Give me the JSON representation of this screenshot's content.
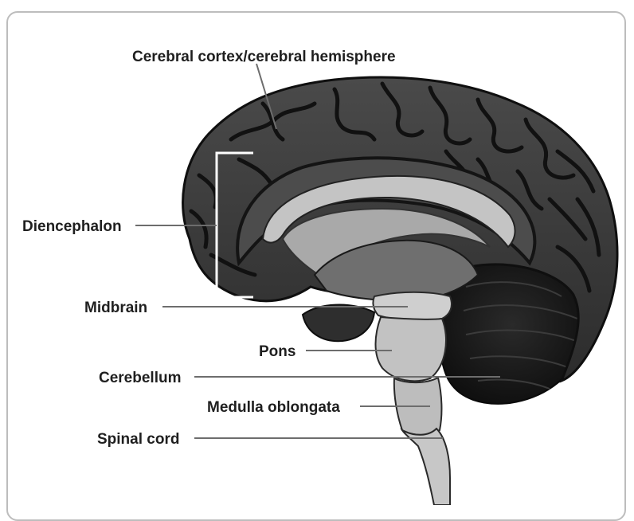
{
  "labels": {
    "cerebral_cortex": "Cerebral cortex/cerebral hemisphere",
    "diencephalon": "Diencephalon",
    "midbrain": "Midbrain",
    "pons": "Pons",
    "cerebellum": "Cerebellum",
    "medulla": "Medulla oblongata",
    "spinal_cord": "Spinal cord"
  },
  "colors": {
    "background": "#ffffff",
    "frame": "#bdbdbd",
    "cortex_dark": "#3a3a3a",
    "sulci": "#121212",
    "light_structures": "#bdbdbd",
    "label_text": "#1f1f1f",
    "leader_line": "#6d6d6d"
  }
}
